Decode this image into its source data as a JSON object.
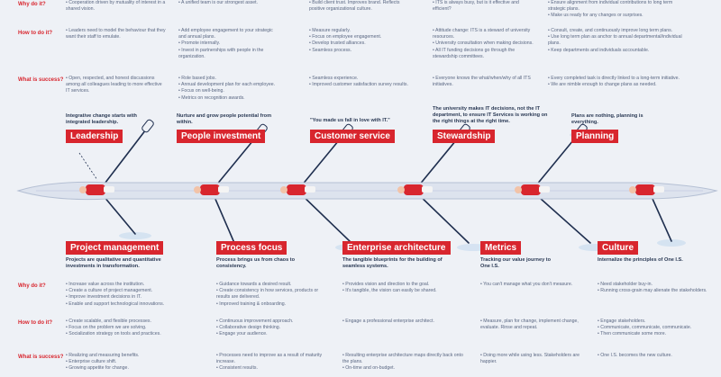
{
  "row_labels": {
    "why": "Why do it?",
    "how": "How to do it?",
    "success": "What is success?"
  },
  "top_pillars": [
    {
      "title": "Leadership",
      "quote": "Integrative change starts with integrated leadership.",
      "why": [
        "Cooperation driven by mutuality of interest in a shared vision."
      ],
      "how": [
        "Leaders need to model the behaviour that they want their staff to emulate."
      ],
      "success": [
        "Open, respected, and honest discussions among all colleagues leading to more effective IT services."
      ]
    },
    {
      "title": "People investment",
      "quote": "Nurture and grow people potential from within.",
      "why": [
        "A unified team is our strongest asset."
      ],
      "how": [
        "Add employee engagement to your strategic and annual plans.",
        "Promote internally.",
        "Invest in partnerships with people in the organization."
      ],
      "success": [
        "Role based jobs.",
        "Annual development plan for each employee.",
        "Focus on well-being.",
        "Metrics on recognition awards."
      ]
    },
    {
      "title": "Customer service",
      "quote": "\"You made us fall in love with IT.\"",
      "why": [
        "Build client trust. Improves brand. Reflects positive organizational culture."
      ],
      "how": [
        "Measure regularly.",
        "Focus on employee engagement.",
        "Develop trusted alliances.",
        "Seamless process."
      ],
      "success": [
        "Seamless experience.",
        "Improved customer satisfaction survey results."
      ]
    },
    {
      "title": "Stewardship",
      "quote": "The university makes IT decisions, not the IT department, to ensure IT Services is working on the right things at the right time.",
      "why": [
        "ITS is always busy, but is it effective and efficient?"
      ],
      "how": [
        "Attitude change: ITS is a steward of university resources.",
        "University consultation when making decisions.",
        "All IT funding decisions go through the stewardship committees."
      ],
      "success": [
        "Everyone knows the what/when/why of all ITS initiatives."
      ]
    },
    {
      "title": "Planning",
      "quote": "Plans are nothing, planning is everything.",
      "why": [
        "Ensure alignment from individual contributions to long term strategic plans.",
        "Make us ready for any changes or surprises."
      ],
      "how": [
        "Consult, create, and continuously improve long term plans.",
        "Use long term plan as anchor to annual departmental/individual plans.",
        "Keep departments and individuals accountable."
      ],
      "success": [
        "Every completed task is directly linked to a long-term initiative.",
        "We are nimble enough to change plans as needed."
      ]
    }
  ],
  "bottom_pillars": [
    {
      "title": "Project management",
      "quote": "Projects are qualitative and quantitative investments in transformation.",
      "why": [
        "Increase value across the institution.",
        "Create a culture of project management.",
        "Improve investment decisions in IT.",
        "Enable and support technological innovations."
      ],
      "how": [
        "Create scalable, and flexible processes.",
        "Focus on the problem we are solving.",
        "Socialization strategy on tools and practices."
      ],
      "success": [
        "Realizing and measuring benefits.",
        "Enterprise culture shift.",
        "Growing appetite for change."
      ]
    },
    {
      "title": "Process focus",
      "quote": "Process brings us from chaos to consistency.",
      "why": [
        "Guidance towards a desired result.",
        "Create consistency in how services, products or results are delivered.",
        "Improved training & onboarding."
      ],
      "how": [
        "Continuous improvement approach.",
        "Collaborative design thinking.",
        "Engage your audience."
      ],
      "success": [
        "Processes need to improve as a result of maturity increase.",
        "Consistent results."
      ]
    },
    {
      "title": "Enterprise architecture",
      "quote": "The tangible blueprints for the building of seamless systems.",
      "why": [
        "Provides vision and direction to the goal.",
        "It's tangible, the vision can easily be shared."
      ],
      "how": [
        "Engage a professional enterprise architect."
      ],
      "success": [
        "Resulting enterprise architecture maps directly back onto the plans.",
        "On-time and on-budget."
      ]
    },
    {
      "title": "Metrics",
      "quote": "Tracking our value journey to One I.S.",
      "why": [
        "You can't manage what you don't measure."
      ],
      "how": [
        "Measure, plan for change, implement change, evaluate. Rinse and repeat."
      ],
      "success": [
        "Doing more while using less. Stakeholders are happier."
      ]
    },
    {
      "title": "Culture",
      "quote": "Internalize the principles of One I.S.",
      "why": [
        "Need stakeholder buy-in.",
        "Running cross-grain may alienate the stakeholders."
      ],
      "how": [
        "Engage stakeholders.",
        "Communicate, communicate, communicate.",
        "Then communicate some more."
      ],
      "success": [
        "One I.S. becomes the new culture."
      ]
    }
  ],
  "colors": {
    "accent": "#d8262e",
    "boat": "#dde3ee",
    "oar": "#1f2f4f",
    "water": "#c9dbee"
  }
}
